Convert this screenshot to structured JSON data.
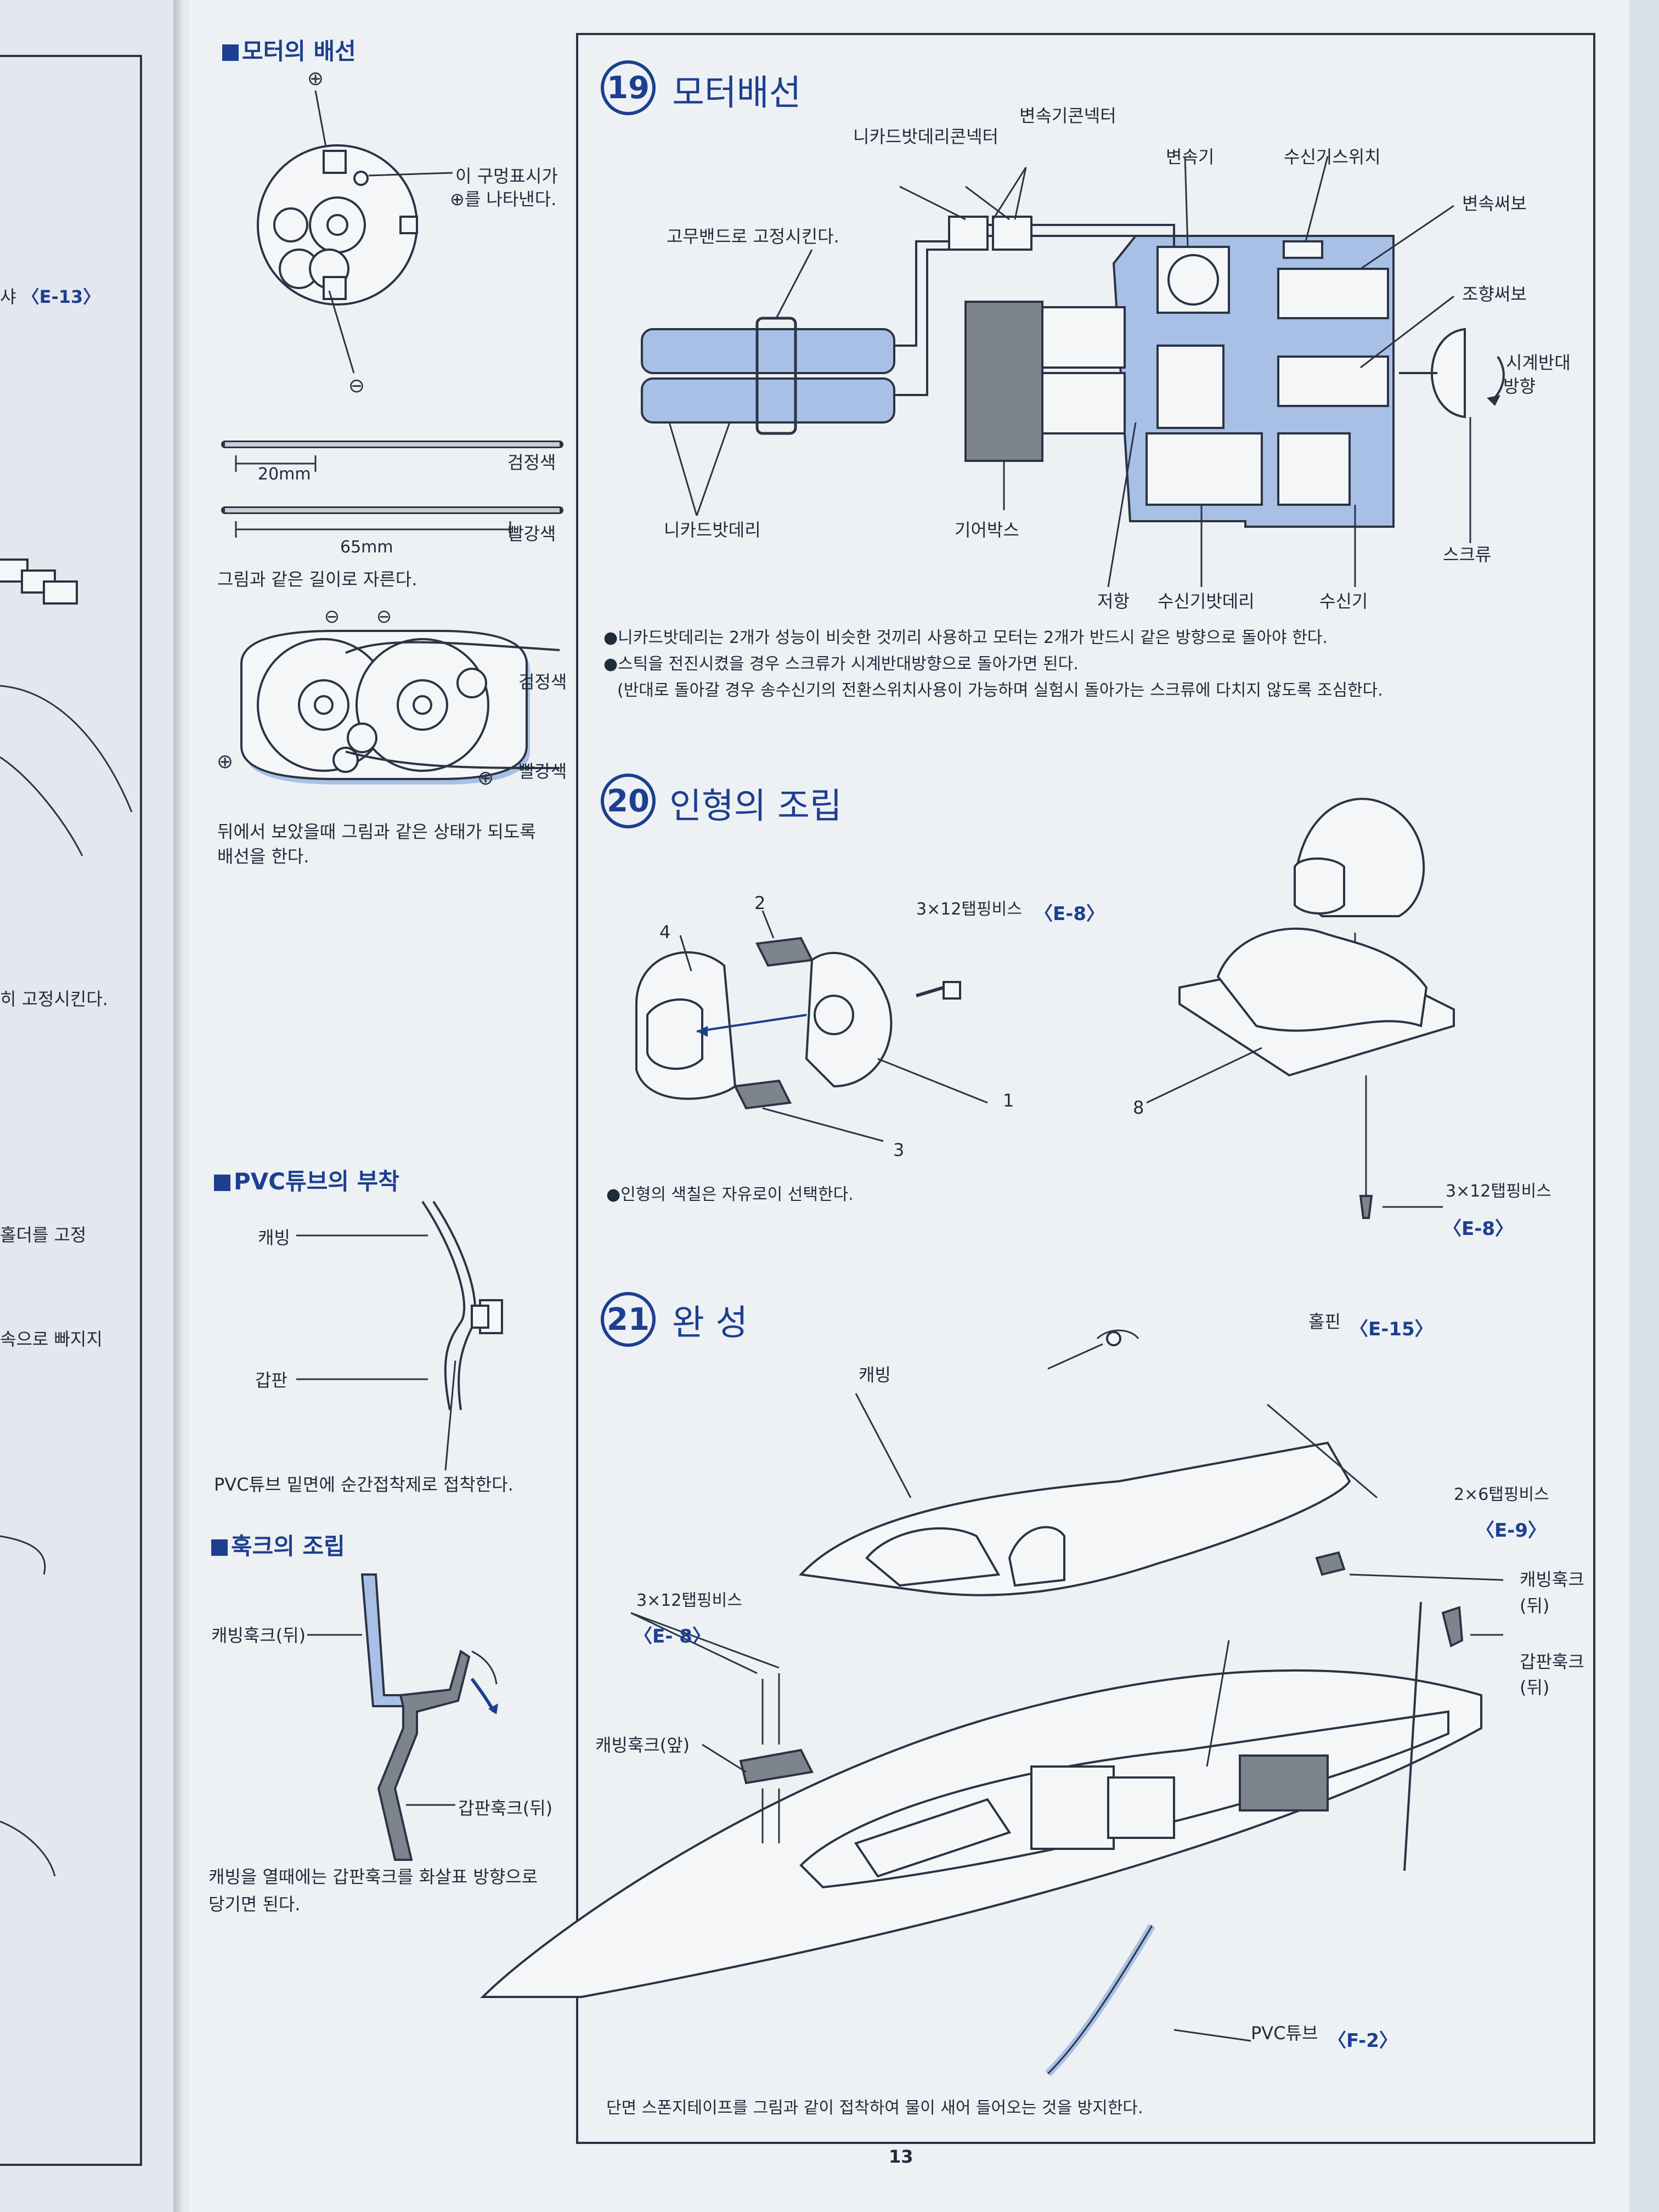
{
  "left_edge": {
    "line1": "샤",
    "ref1": "〈E-13〉",
    "line2": "히 고정시킨다.",
    "line3": "홀더를  고정",
    "line4": "속으로 빠지지"
  },
  "motor_wiring": {
    "heading": "모터의 배선",
    "note1": "이 구멍표시가",
    "note2": "⊕를 나타낸다.",
    "plus": "⊕",
    "minus": "⊖",
    "len_20": "20mm",
    "len_65": "65mm",
    "black": "검정색",
    "red": "빨강색",
    "cut_note": "그림과 같은 길이로 자른다.",
    "black2": "검정색",
    "red2": "빨강색",
    "back_note1": "뒤에서 보았을때  그림과 같은 상태가 되도록",
    "back_note2": "배선을 한다."
  },
  "pvc_attach": {
    "heading": "PVC튜브의 부착",
    "canopy": "캐빙",
    "deck": "갑판",
    "note": "PVC튜브 밑면에 순간접착제로 접착한다."
  },
  "hook_assembly": {
    "heading": "훅크의 조립",
    "canopy_hook_rear": "캐빙훅크(뒤)",
    "deck_hook_rear": "갑판훅크(뒤)",
    "note1": "캐빙을 열때에는 갑판훅크를 화살표 방향으로",
    "note2": "당기면 된다."
  },
  "step19": {
    "num": "19",
    "title": "모터배선",
    "labels": {
      "nicad_connector": "니카드밧데리콘넥터",
      "esc_connector": "변속기콘넥터",
      "esc": "변속기",
      "rx_switch": "수신기스위치",
      "speed_servo": "변속써보",
      "steer_servo": "조향써보",
      "rubber_band": "고무밴드로 고정시킨다.",
      "ccw1": "시계반대",
      "ccw2": "방향",
      "nicad": "니카드밧데리",
      "gearbox": "기어박스",
      "resistor": "저항",
      "rx_battery": "수신기밧데리",
      "receiver": "수신기",
      "screw": "스크류"
    },
    "notes": [
      "●니카드밧데리는 2개가 성능이 비슷한 것끼리 사용하고 모터는 2개가 반드시 같은 방향으로 돌아야 한다.",
      "●스틱을 전진시켰을 경우 스크류가 시계반대방향으로 돌아가면 된다.",
      "(반대로 돌아갈 경우 송수신기의 전환스위치사용이 가능하며 실험시 돌아가는 스크류에 다치지 않도록 조심한다."
    ]
  },
  "step20": {
    "num": "20",
    "title": "인형의 조립",
    "screw_label": "3×12탭핑비스",
    "ref": "〈E-8〉",
    "p1": "1",
    "p2": "2",
    "p3": "3",
    "p4": "4",
    "p8": "8",
    "screw_label2": "3×12탭핑비스",
    "ref2": "〈E-8〉",
    "note": "●인형의 색칠은 자유로이 선택한다."
  },
  "step21": {
    "num": "21",
    "title": "완  성",
    "hollpin": "홀핀",
    "hollpin_ref": "〈E-15〉",
    "canopy": "캐빙",
    "screw26": "2×6탭핑비스",
    "screw26_ref": "〈E-9〉",
    "canopy_hook_rear1": "캐빙훅크",
    "canopy_hook_rear2": "(뒤)",
    "deck_hook_rear1": "갑판훅크",
    "deck_hook_rear2": "(뒤)",
    "screw312": "3×12탭핑비스",
    "screw312_ref": "〈E- 8〉",
    "canopy_hook_front": "캐빙훅크(앞)",
    "pvc": "PVC튜브",
    "pvc_ref": "〈F-2〉",
    "bottom_note": "단면 스폰지테이프를 그림과 같이 접착하여 물이 새어 들어오는 것을 방지한다."
  },
  "page_number": "13"
}
